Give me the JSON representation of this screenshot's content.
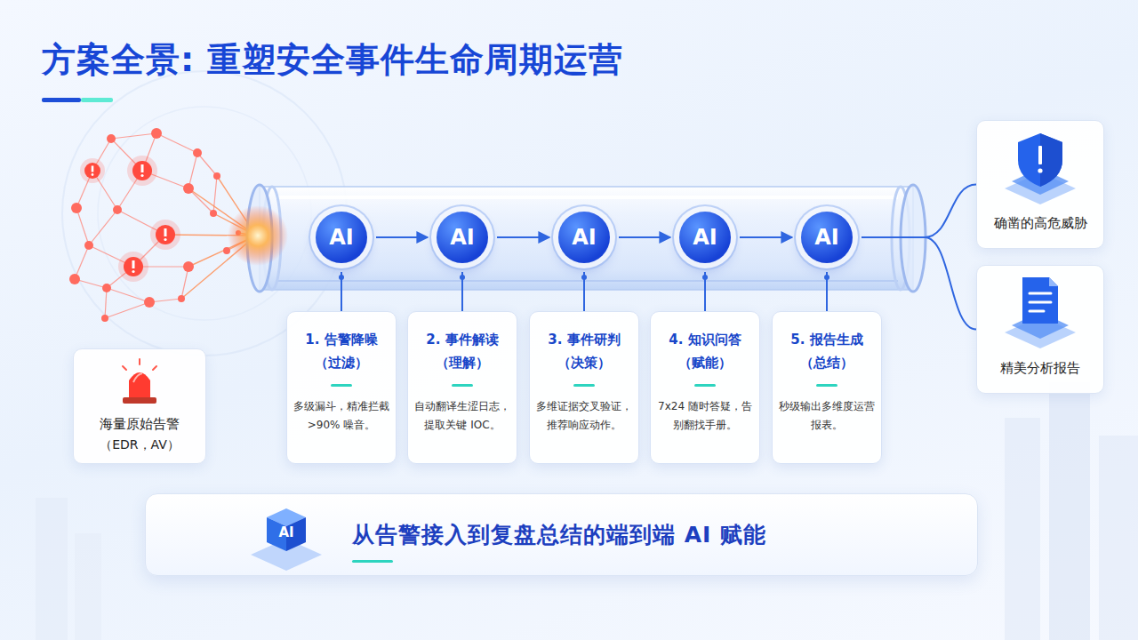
{
  "diagram": {
    "title": "方案全景: 重塑安全事件生命周期运营",
    "nodes": [
      {
        "text": [
          "海量原始告警",
          "（EDR，AV）"
        ]
      },
      {
        "text": [
          "AI"
        ]
      },
      {
        "text": [
          "AI"
        ]
      },
      {
        "text": [
          "AI"
        ]
      },
      {
        "text": [
          "AI"
        ]
      },
      {
        "text": [
          "AI"
        ]
      },
      {
        "text": [
          "1. 告警降噪 （过滤）",
          "多级漏斗，精准拦截 >90% 噪音。"
        ]
      },
      {
        "text": [
          "2. 事件解读 （理解）",
          "自动翻译生涩日志，提取关键 IOC。"
        ]
      },
      {
        "text": [
          "3. 事件研判 （决策）",
          "多维证据交叉验证，推荐响应动作。"
        ]
      },
      {
        "text": [
          "4. 知识问答 （赋能）",
          "7x24 随时答疑，告别翻找手册。"
        ]
      },
      {
        "text": [
          "5. 报告生成 （总结）",
          "秒级输出多维度运营报表。"
        ]
      },
      {
        "text": [
          "确凿的高危威胁"
        ]
      },
      {
        "text": [
          "精美分析报告"
        ]
      },
      {
        "text": [
          "从告警接入到复盘总结的端到端 AI 赋能"
        ]
      }
    ],
    "edges": [
      {
        "from": 1,
        "to": 2,
        "arrow": "to"
      },
      {
        "from": 2,
        "to": 3,
        "arrow": "to"
      },
      {
        "from": 3,
        "to": 4,
        "arrow": "to"
      },
      {
        "from": 4,
        "to": 5,
        "arrow": "to"
      },
      {
        "from": 1,
        "to": 6,
        "arrow": "none"
      },
      {
        "from": 2,
        "to": 7,
        "arrow": "none"
      },
      {
        "from": 3,
        "to": 8,
        "arrow": "none"
      },
      {
        "from": 4,
        "to": 9,
        "arrow": "none"
      },
      {
        "from": 5,
        "to": 10,
        "arrow": "none"
      },
      {
        "from": 5,
        "to": 11,
        "arrow": "none"
      },
      {
        "from": 5,
        "to": 12,
        "arrow": "none"
      }
    ],
    "labels": [
      "AI"
    ]
  }
}
